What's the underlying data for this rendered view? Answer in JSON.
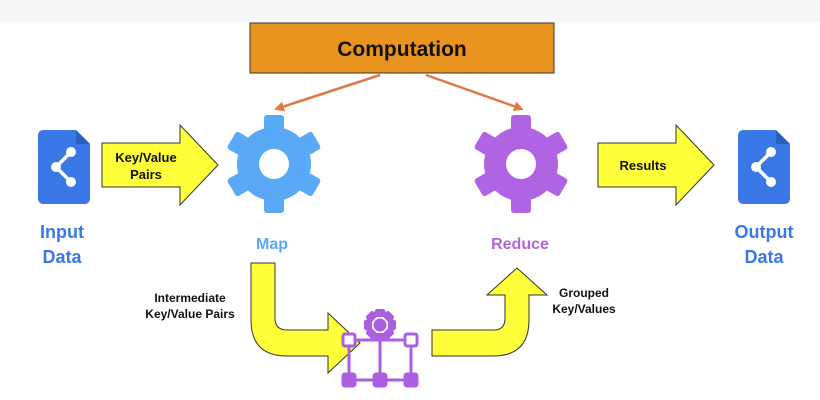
{
  "computation_box": {
    "label": "Computation",
    "fill": "#e8941e"
  },
  "input": {
    "line1": "Input",
    "line2": "Data"
  },
  "output": {
    "line1": "Output",
    "line2": "Data"
  },
  "map": {
    "label": "Map",
    "color": "#5aa9f6"
  },
  "reduce": {
    "label": "Reduce",
    "color": "#b063e2"
  },
  "arrows": {
    "key_value": {
      "line1": "Key/Value",
      "line2": "Pairs"
    },
    "results": {
      "label": "Results"
    },
    "intermediate": {
      "line1": "Intermediate",
      "line2": "Key/Value Pairs"
    },
    "grouped": {
      "line1": "Grouped",
      "line2": "Key/Values"
    }
  },
  "colors": {
    "arrow_fill": "#ffff3a",
    "arrow_edge": "#333333",
    "connector": "#e07a45",
    "doc_icon": "#3b78e7",
    "shuffle_icon": "#a95fe0"
  },
  "icons": {
    "input_doc": "share-document-icon",
    "output_doc": "share-document-icon",
    "map_gear": "gear-icon",
    "reduce_gear": "gear-icon",
    "shuffle": "network-gear-icon"
  }
}
